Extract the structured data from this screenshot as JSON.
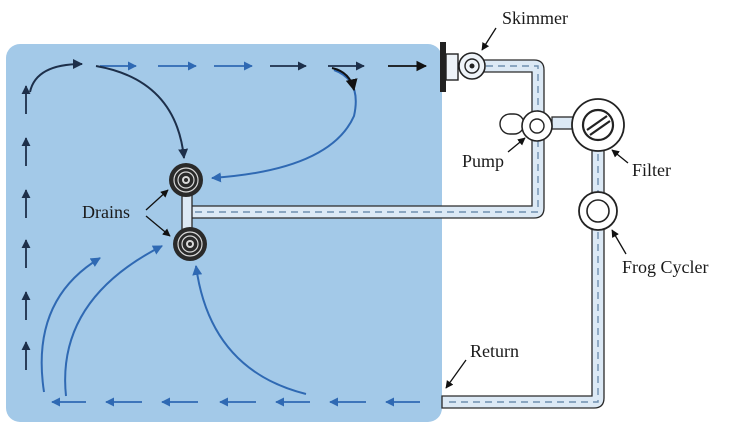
{
  "labels": {
    "skimmer": "Skimmer",
    "pump": "Pump",
    "filter": "Filter",
    "drains": "Drains",
    "frog_cycler": "Frog Cycler",
    "return": "Return"
  },
  "colors": {
    "pool_water": "#a3c9e8",
    "flow_arrow": "#2f69b3",
    "pipe_fill": "#dce9f5",
    "pipe_stroke": "#2a2a2a",
    "text": "#1a1a1a"
  },
  "icons": [
    "skimmer-icon",
    "pump-icon",
    "filter-icon",
    "drain-icon",
    "frog-cycler-icon"
  ]
}
